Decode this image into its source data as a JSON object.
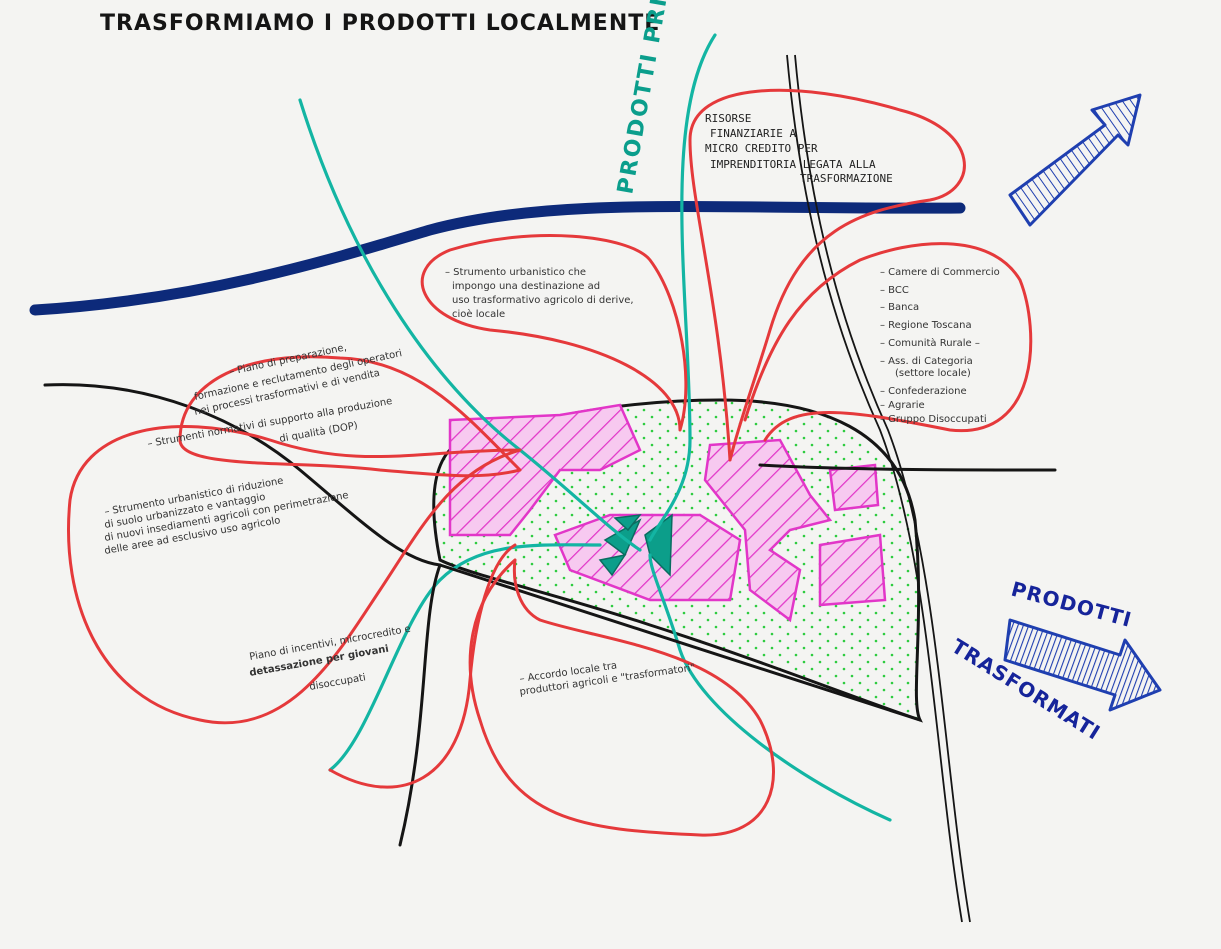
{
  "title": "TRASFORMIAMO I PRODOTTI LOCALMENTE",
  "labels": {
    "prodotti_prima": "PRODOTTI PRIMA",
    "prodotti": "PRODOTTI",
    "trasformati": "TRASFORMATI",
    "risorse": [
      "RISORSE",
      "FINANZIARIE A",
      "MICRO CREDITO PER",
      "IMPRENDITORIA LEGATA ALLA",
      "TRASFORMAZIONE"
    ],
    "strumento_top": [
      "– Strumento urbanistico che",
      "impongo una destinazione ad",
      "uso trasformativo agricolo di derive,",
      "cioè locale"
    ],
    "lista": [
      "– Camere di Commercio",
      "– BCC",
      "– Banca",
      "– Regione Toscana",
      "– Comunità Rurale –",
      "– Ass. di Categoria",
      "(settore locale)",
      "– Confederazione",
      "– Agrarie",
      "– Gruppo Disoccupati"
    ],
    "piano_prep": [
      "– Piano di preparazione,",
      "formazione e reclutamento degli operatori",
      "nei processi trasformativi e di vendita"
    ],
    "strumenti_normativi": [
      "– Strumenti normativi di supporto alla produzione",
      "di qualità (DOP)"
    ],
    "strumento_left": [
      "– Strumento urbanistico di riduzione",
      "di suolo urbanizzato e vantaggio",
      "di nuovi insediamenti agricoli con perimetrazione",
      "delle aree ad esclusivo uso agricolo"
    ],
    "piano_incentivi": [
      "Piano di incentivi, microcredito e",
      "detassazione per giovani",
      "disoccupati"
    ],
    "accordo": [
      "– Accordo locale tra",
      "produttori agricoli e \"trasformatori\""
    ]
  },
  "colors": {
    "river": "#0d2a7a",
    "road": "#151515",
    "balloon": "#e5393b",
    "teal": "#13b5a3",
    "magenta": "#e236c8",
    "green_dots": "#2ecc40",
    "arrow_blue": "#1f3fb0"
  }
}
